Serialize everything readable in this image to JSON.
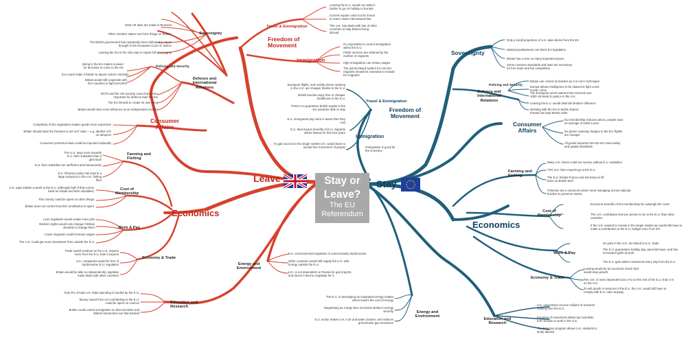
{
  "center": {
    "line1": "Stay or",
    "line2": "Leave?",
    "line3": "The EU",
    "line4": "Referendum"
  },
  "sides": {
    "leave": "Leave",
    "stay": "Stay"
  },
  "leave": {
    "sovereignty": {
      "title": "Sovereignty",
      "items": [
        "Most UK laws are made in Brussels",
        "Other member states can force things on Britain.",
        "The British government has repeatedly been defeated in cases brought in the European Court of Justice",
        "Leaving the EU is the only way to regain full sovereignty"
      ]
    },
    "defence": {
      "title": "Defence and International Relations",
      "policing": "Policing and Security",
      "policing_items": [
        "Being in the EU makes it easier for terrorists to come to the UK",
        "EU courts make it harder to deport violent criminals",
        "Britain would still cooperate with EU countries to fight terrorism"
      ],
      "items": [
        "NATO and the UN security council are more important for defence than the EU",
        "The EU intends to create its own army",
        "Britain would have more influence as an independent country"
      ]
    },
    "consumer": {
      "title": "Consumer Affairs",
      "items": [
        "Complexity of EU regulations makes goods more expensive",
        "Britain should have the freedom to set VAT rates – e.g. abolish VAT on tampons",
        "Consumer protection laws could be imposed nationally"
      ]
    },
    "economics": {
      "title": "Economics",
      "farming": {
        "title": "Farming and Fishing",
        "items": [
          "The U.K. pays more towards E.U. farm subsidies than it gets back",
          "E.U. farm subsidies are inefficient and bureaucratic",
          "E.U. fisheries policy has lead to a large reduction in the U.K. fishing fleet"
        ]
      },
      "cost": {
        "title": "Cost of Membership",
        "items": [
          "U.K. pays £350m a week to the E.U. (although half of that comes back as rebate and farm subsidies)",
          "This money could be spent on other things",
          "Britain does not control how this contribution is spent"
        ]
      },
      "work": {
        "title": "Work & Pay",
        "items": [
          "Less regulation would create more jobs",
          "Workers rights would only change if Britain decided to change them",
          "Lower migration could increase wages",
          "The U.K. could get more investment from outside the E.U."
        ]
      },
      "trade": {
        "title": "Economy & Trade",
        "items": [
          "Trade would continue as the U.K. imports more from the E.U. than it exports",
          "U.K. companies would be free of burdensome E.U. regulation",
          "Britain would be able to independently negotiate trade deals with other countries"
        ]
      }
    },
    "education": {
      "title": "Education and Research",
      "items": [
        "Only 3% of total U.K. R&D spending is funded by the E.U.",
        "Money saved from not contributing to the E.U. could be spent on science",
        "Britain could control immigration so that scientists and skilled researchers are fast-tracked"
      ]
    },
    "energy": {
      "title": "Energy and Environment",
      "items": [
        "E.U. environmental regulation is unnecessarily burdensome",
        "Other countries would still supply the U.K. with energy outside the E.U.",
        "U.K. is not dependent on Russia for gas imports, and doesn't need to negotiate for it"
      ]
    },
    "freedom": {
      "title": "Freedom of Movement",
      "travel": {
        "title": "Travel & Emmigration",
        "items": [
          "Leaving the E.U. would not make it harder to go on holiday to Europe",
          "Current expats could not be forced to return under international law",
          "The U.K. has deals with lots of other countries to help Britons living abroad"
        ]
      },
      "immigration": {
        "title": "Immigration",
        "items": [
          "It's impossible to control immigration within the E.U.",
          "Public services are strained by the number of migrants",
          "High immigration can reduce wages",
          "The points-based system for non-EU migrants should be extended to include EU migrants"
        ]
      }
    }
  },
  "stay": {
    "sovereignty": {
      "title": "Sovereignty",
      "items": [
        "Only a small proportion of U.K. laws derive from the EU",
        "National parliaments can block EU legislation",
        "Britain has a veto on many important issues",
        "Some common standards and laws are necessary for free trade and fair competition"
      ]
    },
    "defence": {
      "title": "Defence and International Relations",
      "policing": "Policing and Security",
      "policing_items": [
        "Britain can control its borders as it is not in Schengen",
        "Europe allows intelligence to be shared to fight cross-border crime",
        "The European arrest warrant has returned over 1000 criminals to justice in the U.K."
      ],
      "items": [
        "Leaving the E.U. would diminish Britain's influence",
        "Working with the EU to tackle shared threats has kept Britain safer"
      ]
    },
    "consumer": {
      "title": "Consumer Affairs",
      "items": [
        "EU membership reduces prices, people save an average of £450 a year",
        "No phone roaming charges in the EU, flights are cheaper",
        "All goods imported into the EU meet safety and quality standards"
      ]
    },
    "economics": {
      "title": "Economics",
      "farming": {
        "title": "Farming and Fishing",
        "items": [
          "Many U.K. farms could not survive without E.U. subsidies",
          "73% U.K. farm exports go to the E.U.",
          "The E.U. limited France and Germany to fill bans on British beef",
          "Fisheries are a commons which need managing across national borders to preserve stocks"
        ]
      },
      "cost": {
        "title": "Cost of Membership",
        "items": [
          "Economic benefits of EU membership far outweigh the costs",
          "The U.K. contributes less per person to be in the E.U. than other countries",
          "If the U.K. wanted to remain in the single market we would still have to make a contribution to the E.U. budget even if we left"
        ]
      },
      "work": {
        "title": "Work & Pay",
        "items": [
          "3m jobs in the U.K. are linked to E.U. trade",
          "The E.U. guarantees holiday pay, parental leave, and has increased rights at work",
          "The E.U. gets £66m investment every day from the E.U."
        ]
      },
      "trade": {
        "title": "Economy & Trade",
        "items": [
          "Leaving would be an economic shock that would slow growth",
          "The U.K. is more dependent (as a %) on the rest of the E.U. than it is on the U.K.",
          "To sell goods or services to the E.U. the U.K. would still have to comply with E.U. rules anyway"
        ]
      }
    },
    "education": {
      "title": "Education and Research",
      "items": [
        "U.K. universities receive millions of research funding from the E.U.",
        "Freedom of movement allows top scientists from europe to work in the U.K.",
        "The Erasmus program allows U.K. students to study abroad"
      ]
    },
    "energy": {
      "title": "Energy and Environment",
      "items": [
        "The E.U. is developing an integrated energy market which lowers the cost of energy",
        "Negotiating as a large bloc increases Britain's energy security",
        "E.U. action makes U.K.'s air and water cleaner, and reduces greenhouse gas emissions"
      ]
    },
    "freedom": {
      "title": "Freedom of Movement",
      "travel": {
        "title": "Travel & Emmigration",
        "items": [
          "European flights, and mobile phone roaming in the U.K. are cheaper thanks to the E.U.",
          "British tourists enjoy free or cheaper healthcare in the E.U.",
          "There's no guarantee British expats in the EU would be able to stay"
        ]
      },
      "immigration": {
        "title": "Immigration",
        "items": [
          "E.U. immigrants pay more in taxes than they cost",
          "E.U. deal means benefits of E.U. migrants will be limited for first four years",
          "To gain access to the single market U.K. would have to accept free movement of people",
          "Immigration is good for the economy"
        ]
      }
    }
  },
  "colors": {
    "leave": "#d7412c",
    "stay": "#1f5f7b",
    "center": "#a9a9a9"
  },
  "icons": {
    "leave_flag": "union-jack-flag-icon",
    "stay_flag": "eu-flag-icon"
  }
}
